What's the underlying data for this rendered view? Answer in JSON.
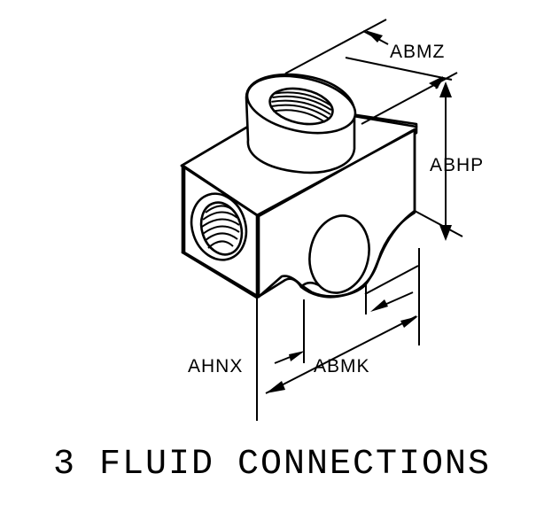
{
  "diagram": {
    "part": "tee-fitting-body",
    "dimension_labels": {
      "abmz": "ABMZ",
      "abhp": "ABHP",
      "ahnx": "AHNX",
      "abmk": "ABMK"
    },
    "caption": "3 FLUID CONNECTIONS",
    "line_color": "#000000",
    "background": "#ffffff"
  }
}
